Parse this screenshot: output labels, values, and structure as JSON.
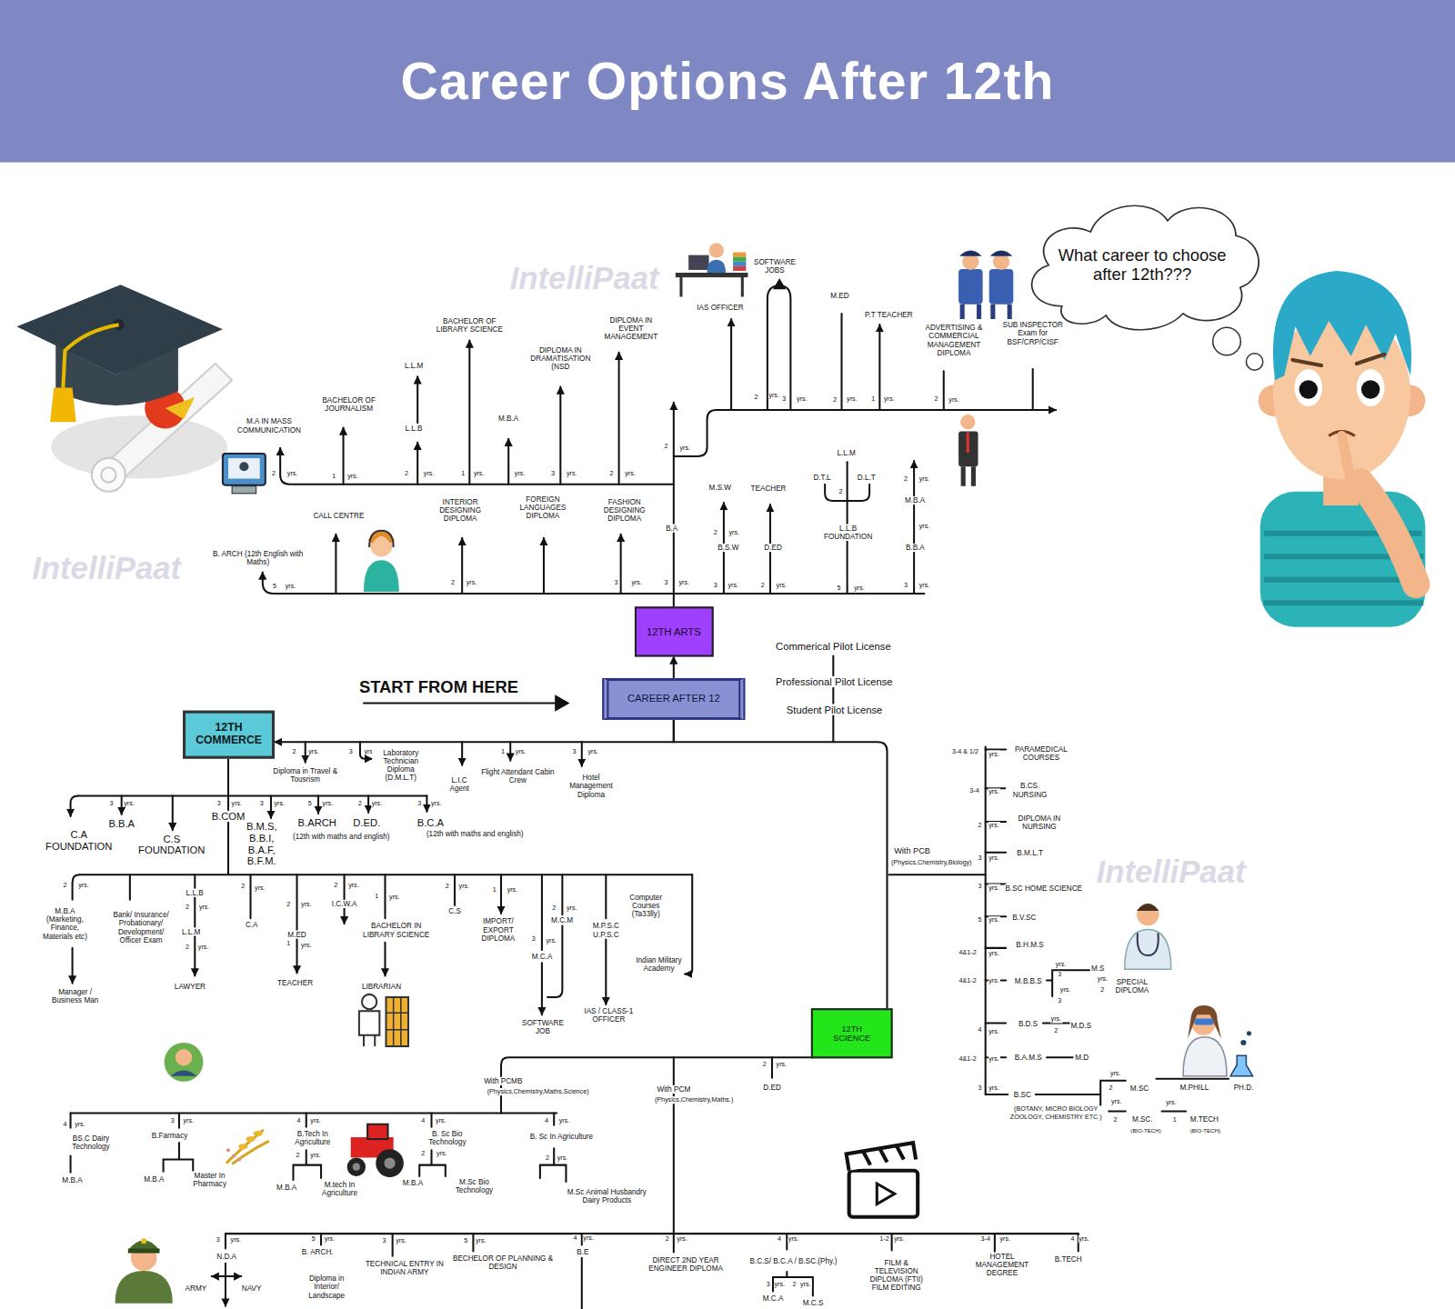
{
  "diagram": {
    "title": "Career Options After 12th",
    "nodes": [
      {
        "text": [
          "What career to choose after 12th???"
        ]
      },
      {
        "text": [
          "12TH ARTS"
        ]
      },
      {
        "text": [
          "CAREER AFTER 12"
        ]
      },
      {
        "text": [
          "12TH COMMERCE"
        ]
      },
      {
        "text": [
          "12TH SCIENCE"
        ]
      }
    ],
    "edges": [
      {
        "from": 2,
        "to": 1,
        "arrow": "to"
      },
      {
        "from": 2,
        "to": 3,
        "arrow": "to"
      },
      {
        "from": 2,
        "to": 4,
        "arrow": "none"
      }
    ],
    "labels": [
      "B. ARCH (12th English with Maths)",
      "5",
      "yrs.",
      "CALL CENTRE",
      "INTERIOR DESIGNING DIPLOMA",
      "2",
      "yrs.",
      "FOREIGN LANGUAGES DIPLOMA",
      "FASHION DESIGNING DIPLOMA",
      "3",
      "yrs.",
      "B.A",
      "3",
      "yrs.",
      "M.S.W",
      "2",
      "yrs.",
      "B.S.W",
      "3",
      "yrs.",
      "TEACHER",
      "D.ED",
      "2",
      "yrs.",
      "L.L.M",
      "D.T.L",
      "D.L.T",
      "2",
      "L.L.B FOUNDATION",
      "5",
      "yrs.",
      "M.B.A",
      "2",
      "yrs.",
      "yrs.",
      "B.B.A",
      "3",
      "yrs.",
      "M.A IN MASS COMMUNICATION",
      "2",
      "yrs.",
      "BACHELOR OF JOURNALISM",
      "1",
      "yrs.",
      "L.L.M",
      "L.L.B",
      "2",
      "yrs.",
      "BACHELOR OF LIBRARY SCIENCE",
      "1",
      "yrs.",
      "M.B.A",
      "yrs.",
      "DIPLOMA IN DRAMATISATION (NSD",
      "3",
      "yrs.",
      "DIPLOMA IN EVENT MANAGEMENT",
      "2",
      "yrs.",
      "2",
      "yrs.",
      "IAS OFFICER",
      "SOFTWARE JOBS",
      "2",
      "yrs.",
      "3",
      "yrs.",
      "M.ED",
      "2",
      "yrs.",
      "P.T TEACHER",
      "1",
      "yrs.",
      "ADVERTISING & COMMERCIAL MANAGEMENT DIPLOMA",
      "2",
      "yrs.",
      "SUB INSPECTOR Exam for BSF/CRP/CISF",
      "START FROM HERE",
      "Commerical Pilot License",
      "Professional Pilot License",
      "Student Pilot License",
      "2",
      "yrs.",
      "Diploma in Travel & Tousrism",
      "3",
      "yrs.",
      "Laboratory Technician Diploma (D.M.L.T)",
      "L.I.C Agent",
      "1",
      "yrs.",
      "Flight Attendant Cabin Crew",
      "3",
      "yrs.",
      "Hotel Management Diploma",
      "C.A FOUNDATION",
      "3",
      "yrs.",
      "B.B.A",
      "C.S FOUNDATION",
      "3",
      "yrs.",
      "B.COM",
      "3",
      "yrs.",
      "B.M.S, B.B.I, B.A.F, B.F.M.",
      "5",
      "yrs.",
      "B.ARCH",
      "(12th with maths and english)",
      "D.ED.",
      "2",
      "yrs.",
      "B.C.A",
      "3",
      "yrs.",
      "(12th with maths and english)",
      "2",
      "yrs.",
      "M.B.A (Marketing, Finance, Materials etc)",
      "Manager / Business Man",
      "Bank/ Insurance/ Probationary/ Development/ Officer Exam",
      "L.L.B",
      "2",
      "yrs.",
      "L.L.M",
      "2",
      "yrs.",
      "LAWYER",
      "2",
      "yrs.",
      "C.A",
      "2",
      "yrs.",
      "M.ED",
      "1",
      "yrs.",
      "TEACHER",
      "2",
      "yrs.",
      "I.C.W.A",
      "1",
      "yrs.",
      "BACHELOR IN LIBRARY SCIENCE",
      "LIBRARIAN",
      "2",
      "yrs.",
      "C.S",
      "1",
      "yrs.",
      "IMPORT/ EXPORT DIPLOMA",
      "2",
      "yrs.",
      "M.C.M",
      "3",
      "yrs.",
      "M.C.A",
      "SOFTWARE JOB",
      "M.P.S.C U.P.S.C",
      "IAS / CLASS-1 OFFICER",
      "Computer Courses (Ta33lly)",
      "Indian Military Academy",
      "With PCB",
      "(Physics,Chemistry,Biology)",
      "3-4 & 1/2",
      "yrs.",
      "PARAMEDICAL COURSES",
      "3-4",
      "yrs.",
      "B.CS. NURSING",
      "2",
      "yrs.",
      "DIPLOMA IN NURSING",
      "3",
      "yrs.",
      "B.M.L.T",
      "3",
      "yrs.",
      "B.SC HOME SCIENCE",
      "5",
      "yrs.",
      "B.V.SC",
      "4&1-2",
      "yrs.",
      "B.H.M.S",
      "4&1-2",
      "yrs.",
      "M.B.B.S",
      "yrs.",
      "3",
      "M.S",
      "yrs.",
      "2",
      "SPECIAL DIPLOMA",
      "yrs.",
      "3",
      "4",
      "yrs.",
      "B.D.S",
      "yrs.",
      "2",
      "M.D.S",
      "4&1-2",
      "yrs.",
      "B.A.M.S",
      "M.D",
      "3",
      "yrs.",
      "B.SC",
      "(BOTANY, MICRO BIOLOGY ZOOLOGY, CHEMISTRY ETC.)",
      "yrs.",
      "2",
      "M.SC",
      "yrs.",
      "2",
      "M.SC.",
      "(BIO-TECH)",
      "M.PHILL",
      "PH.D.",
      "yrs.",
      "1",
      "M.TECH",
      "(BIO-TECH)",
      "2",
      "yrs.",
      "D.ED",
      "With PCMB",
      "(Physics,Chemistry,Maths,Science)",
      "With PCM",
      "(Physics,Chemistry,Maths.)",
      "4",
      "yrs.",
      "BS.C Dairy Technology",
      "M.B.A",
      "3",
      "yrs.",
      "B.Farmacy",
      "M.B.A",
      "Master In Pharmacy",
      "4",
      "yrs.",
      "B.Tech In Agriculture",
      "2",
      "yrs.",
      "M.B.A",
      "M.tech In Agriculture",
      "4",
      "yrs.",
      "B. Sc Bio Technology",
      "2",
      "yrs.",
      "M.B.A",
      "M.Sc Bio Technology",
      "4",
      "yrs.",
      "B. Sc In Agriculture",
      "2",
      "yrs.",
      "M.Sc Animal Husbandry Dairy Products",
      "3",
      "yrs.",
      "N.D.A",
      "ARMY",
      "NAVY",
      "5",
      "yrs.",
      "B. ARCH.",
      "Diploma in Interior/ Landscape",
      "3",
      "yrs.",
      "TECHNICAL ENTRY IN INDIAN ARMY",
      "5",
      "yrs.",
      "BECHELOR OF PLANNING & DESIGN",
      "4",
      "yrs.",
      "B.E",
      "2",
      "yrs.",
      "DIRECT 2ND YEAR ENGINEER DIPLOMA",
      "4",
      "yrs.",
      "B.C.S/ B.C.A / B.SC.(Phy.)",
      "3",
      "yrs.",
      "2",
      "yrs.",
      "M.C.A",
      "M.C.S",
      "1-2",
      "yrs.",
      "FILM & TELEVISION DIPLOMA (FTII) FILM EDITING",
      "3-4",
      "yrs.",
      "HOTEL MANAGEMENT DEGREE",
      "4",
      "yrs.",
      "B.TECH",
      "IntelliPaat",
      "IntelliPaat",
      "IntelliPaat"
    ]
  }
}
